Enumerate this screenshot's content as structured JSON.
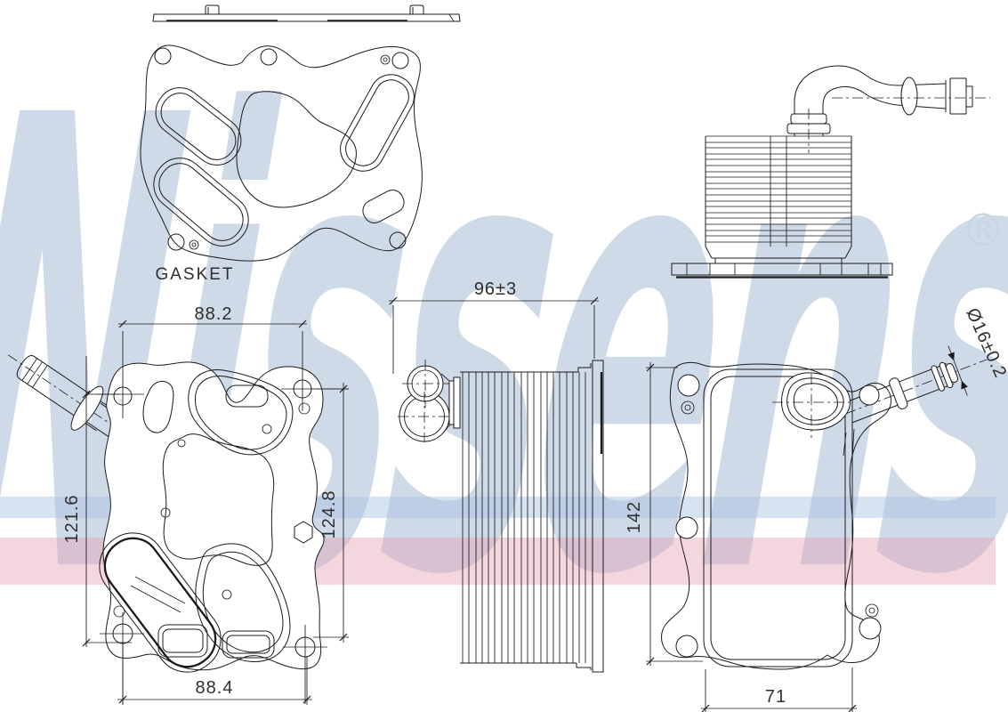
{
  "watermark": {
    "text": "Nissens",
    "registered_mark": "®",
    "color": "#cfdae9"
  },
  "stripes": {
    "blue": "#dce6f1",
    "pink": "#f2dbe1"
  },
  "drawing": {
    "line_color": "#1b1b1b",
    "views": {
      "gasket": {
        "label": "GASKET"
      },
      "front_view": {
        "width_top": "88.2",
        "height_left": "121.6",
        "height_right": "124.8",
        "width_bottom": "88.4"
      },
      "core_side_view": {
        "width_top": "96±3"
      },
      "back_view": {
        "height_left": "142",
        "width_bottom": "71",
        "pipe_diameter": "Ø16±0.2"
      }
    }
  }
}
